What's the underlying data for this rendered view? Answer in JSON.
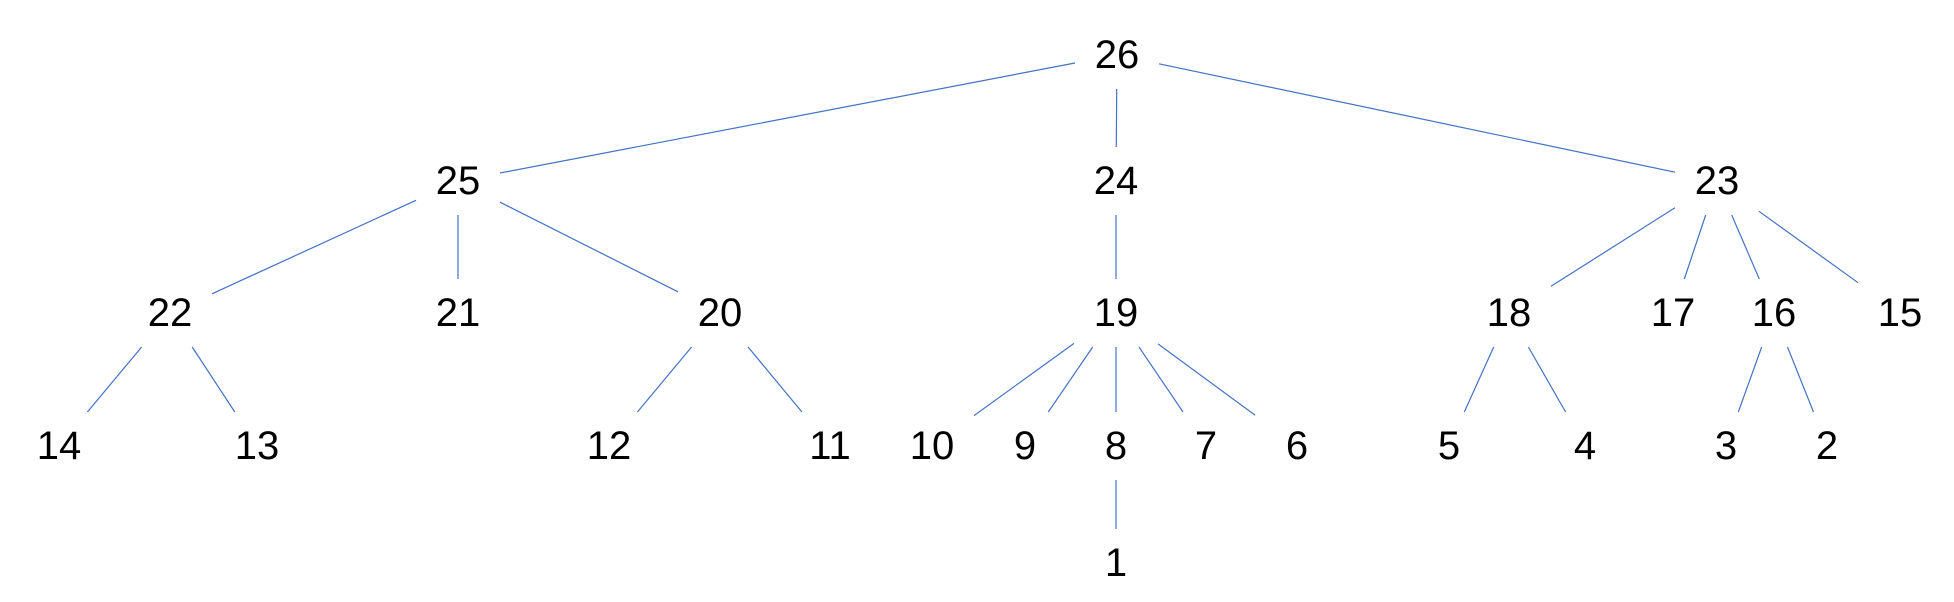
{
  "tree": {
    "line_color": "#4472C4",
    "text_color": "#000000",
    "nodes": [
      {
        "id": "n26",
        "label": "26"
      },
      {
        "id": "n25",
        "label": "25"
      },
      {
        "id": "n24",
        "label": "24"
      },
      {
        "id": "n23",
        "label": "23"
      },
      {
        "id": "n22",
        "label": "22"
      },
      {
        "id": "n21",
        "label": "21"
      },
      {
        "id": "n20",
        "label": "20"
      },
      {
        "id": "n19",
        "label": "19"
      },
      {
        "id": "n18",
        "label": "18"
      },
      {
        "id": "n17",
        "label": "17"
      },
      {
        "id": "n16",
        "label": "16"
      },
      {
        "id": "n15",
        "label": "15"
      },
      {
        "id": "n14",
        "label": "14"
      },
      {
        "id": "n13",
        "label": "13"
      },
      {
        "id": "n12",
        "label": "12"
      },
      {
        "id": "n11",
        "label": "11"
      },
      {
        "id": "n10",
        "label": "10"
      },
      {
        "id": "n9",
        "label": "9"
      },
      {
        "id": "n8",
        "label": "8"
      },
      {
        "id": "n7",
        "label": "7"
      },
      {
        "id": "n6",
        "label": "6"
      },
      {
        "id": "n5",
        "label": "5"
      },
      {
        "id": "n4",
        "label": "4"
      },
      {
        "id": "n3",
        "label": "3"
      },
      {
        "id": "n2",
        "label": "2"
      },
      {
        "id": "n1",
        "label": "1"
      }
    ],
    "edges": [
      {
        "from": "n26",
        "to": "n25"
      },
      {
        "from": "n26",
        "to": "n24"
      },
      {
        "from": "n26",
        "to": "n23"
      },
      {
        "from": "n25",
        "to": "n22"
      },
      {
        "from": "n25",
        "to": "n21"
      },
      {
        "from": "n25",
        "to": "n20"
      },
      {
        "from": "n24",
        "to": "n19"
      },
      {
        "from": "n23",
        "to": "n18"
      },
      {
        "from": "n23",
        "to": "n17"
      },
      {
        "from": "n23",
        "to": "n16"
      },
      {
        "from": "n23",
        "to": "n15"
      },
      {
        "from": "n22",
        "to": "n14"
      },
      {
        "from": "n22",
        "to": "n13"
      },
      {
        "from": "n20",
        "to": "n12"
      },
      {
        "from": "n20",
        "to": "n11"
      },
      {
        "from": "n19",
        "to": "n10"
      },
      {
        "from": "n19",
        "to": "n9"
      },
      {
        "from": "n19",
        "to": "n8"
      },
      {
        "from": "n19",
        "to": "n7"
      },
      {
        "from": "n19",
        "to": "n6"
      },
      {
        "from": "n18",
        "to": "n5"
      },
      {
        "from": "n18",
        "to": "n4"
      },
      {
        "from": "n16",
        "to": "n3"
      },
      {
        "from": "n16",
        "to": "n2"
      },
      {
        "from": "n8",
        "to": "n1"
      }
    ]
  }
}
